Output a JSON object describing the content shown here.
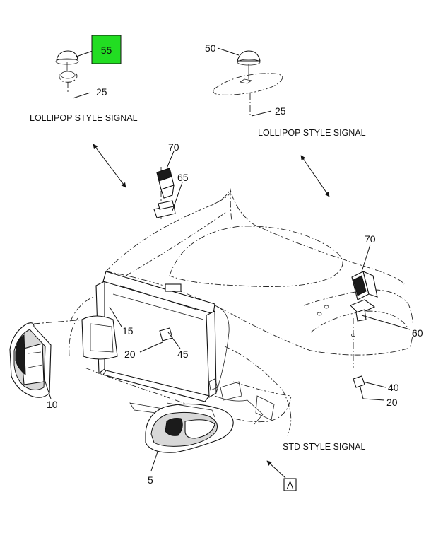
{
  "callouts": {
    "c55": "55",
    "c25a": "25",
    "c50": "50",
    "c25b": "25",
    "c70a": "70",
    "c65": "65",
    "c70b": "70",
    "c15": "15",
    "c20a": "20",
    "c45": "45",
    "c60": "60",
    "c10": "10",
    "c40": "40",
    "c20b": "20",
    "c5": "5",
    "cA": "A"
  },
  "captions": {
    "lollipop_left": "LOLLIPOP STYLE SIGNAL",
    "lollipop_right": "LOLLIPOP STYLE SIGNAL",
    "std": "STD STYLE SIGNAL"
  },
  "colors": {
    "highlight": "#22dd22",
    "line": "#111111"
  }
}
